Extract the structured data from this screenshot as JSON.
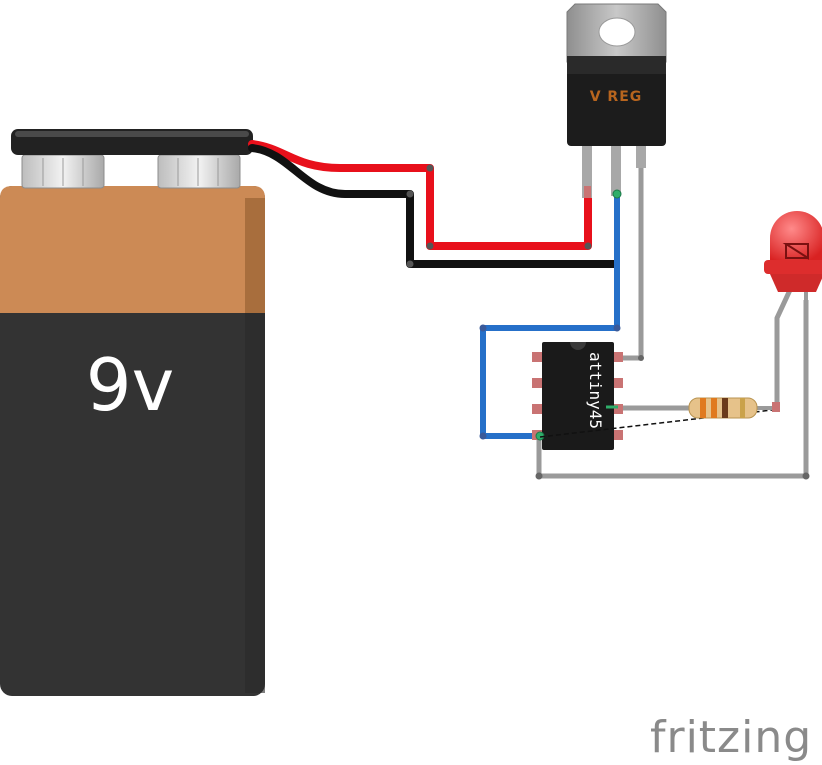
{
  "battery": {
    "label": "9v"
  },
  "regulator": {
    "label": "V REG"
  },
  "chip": {
    "label": "attiny45"
  },
  "brand": {
    "label": "fritzing"
  },
  "colors": {
    "red_wire": "#e8101b",
    "black_wire": "#111111",
    "blue_wire": "#2670c9",
    "grey_wire": "#9a9a9a",
    "battery_top": "#cc8a55",
    "battery_body": "#333333",
    "led": "#e83a3a"
  }
}
